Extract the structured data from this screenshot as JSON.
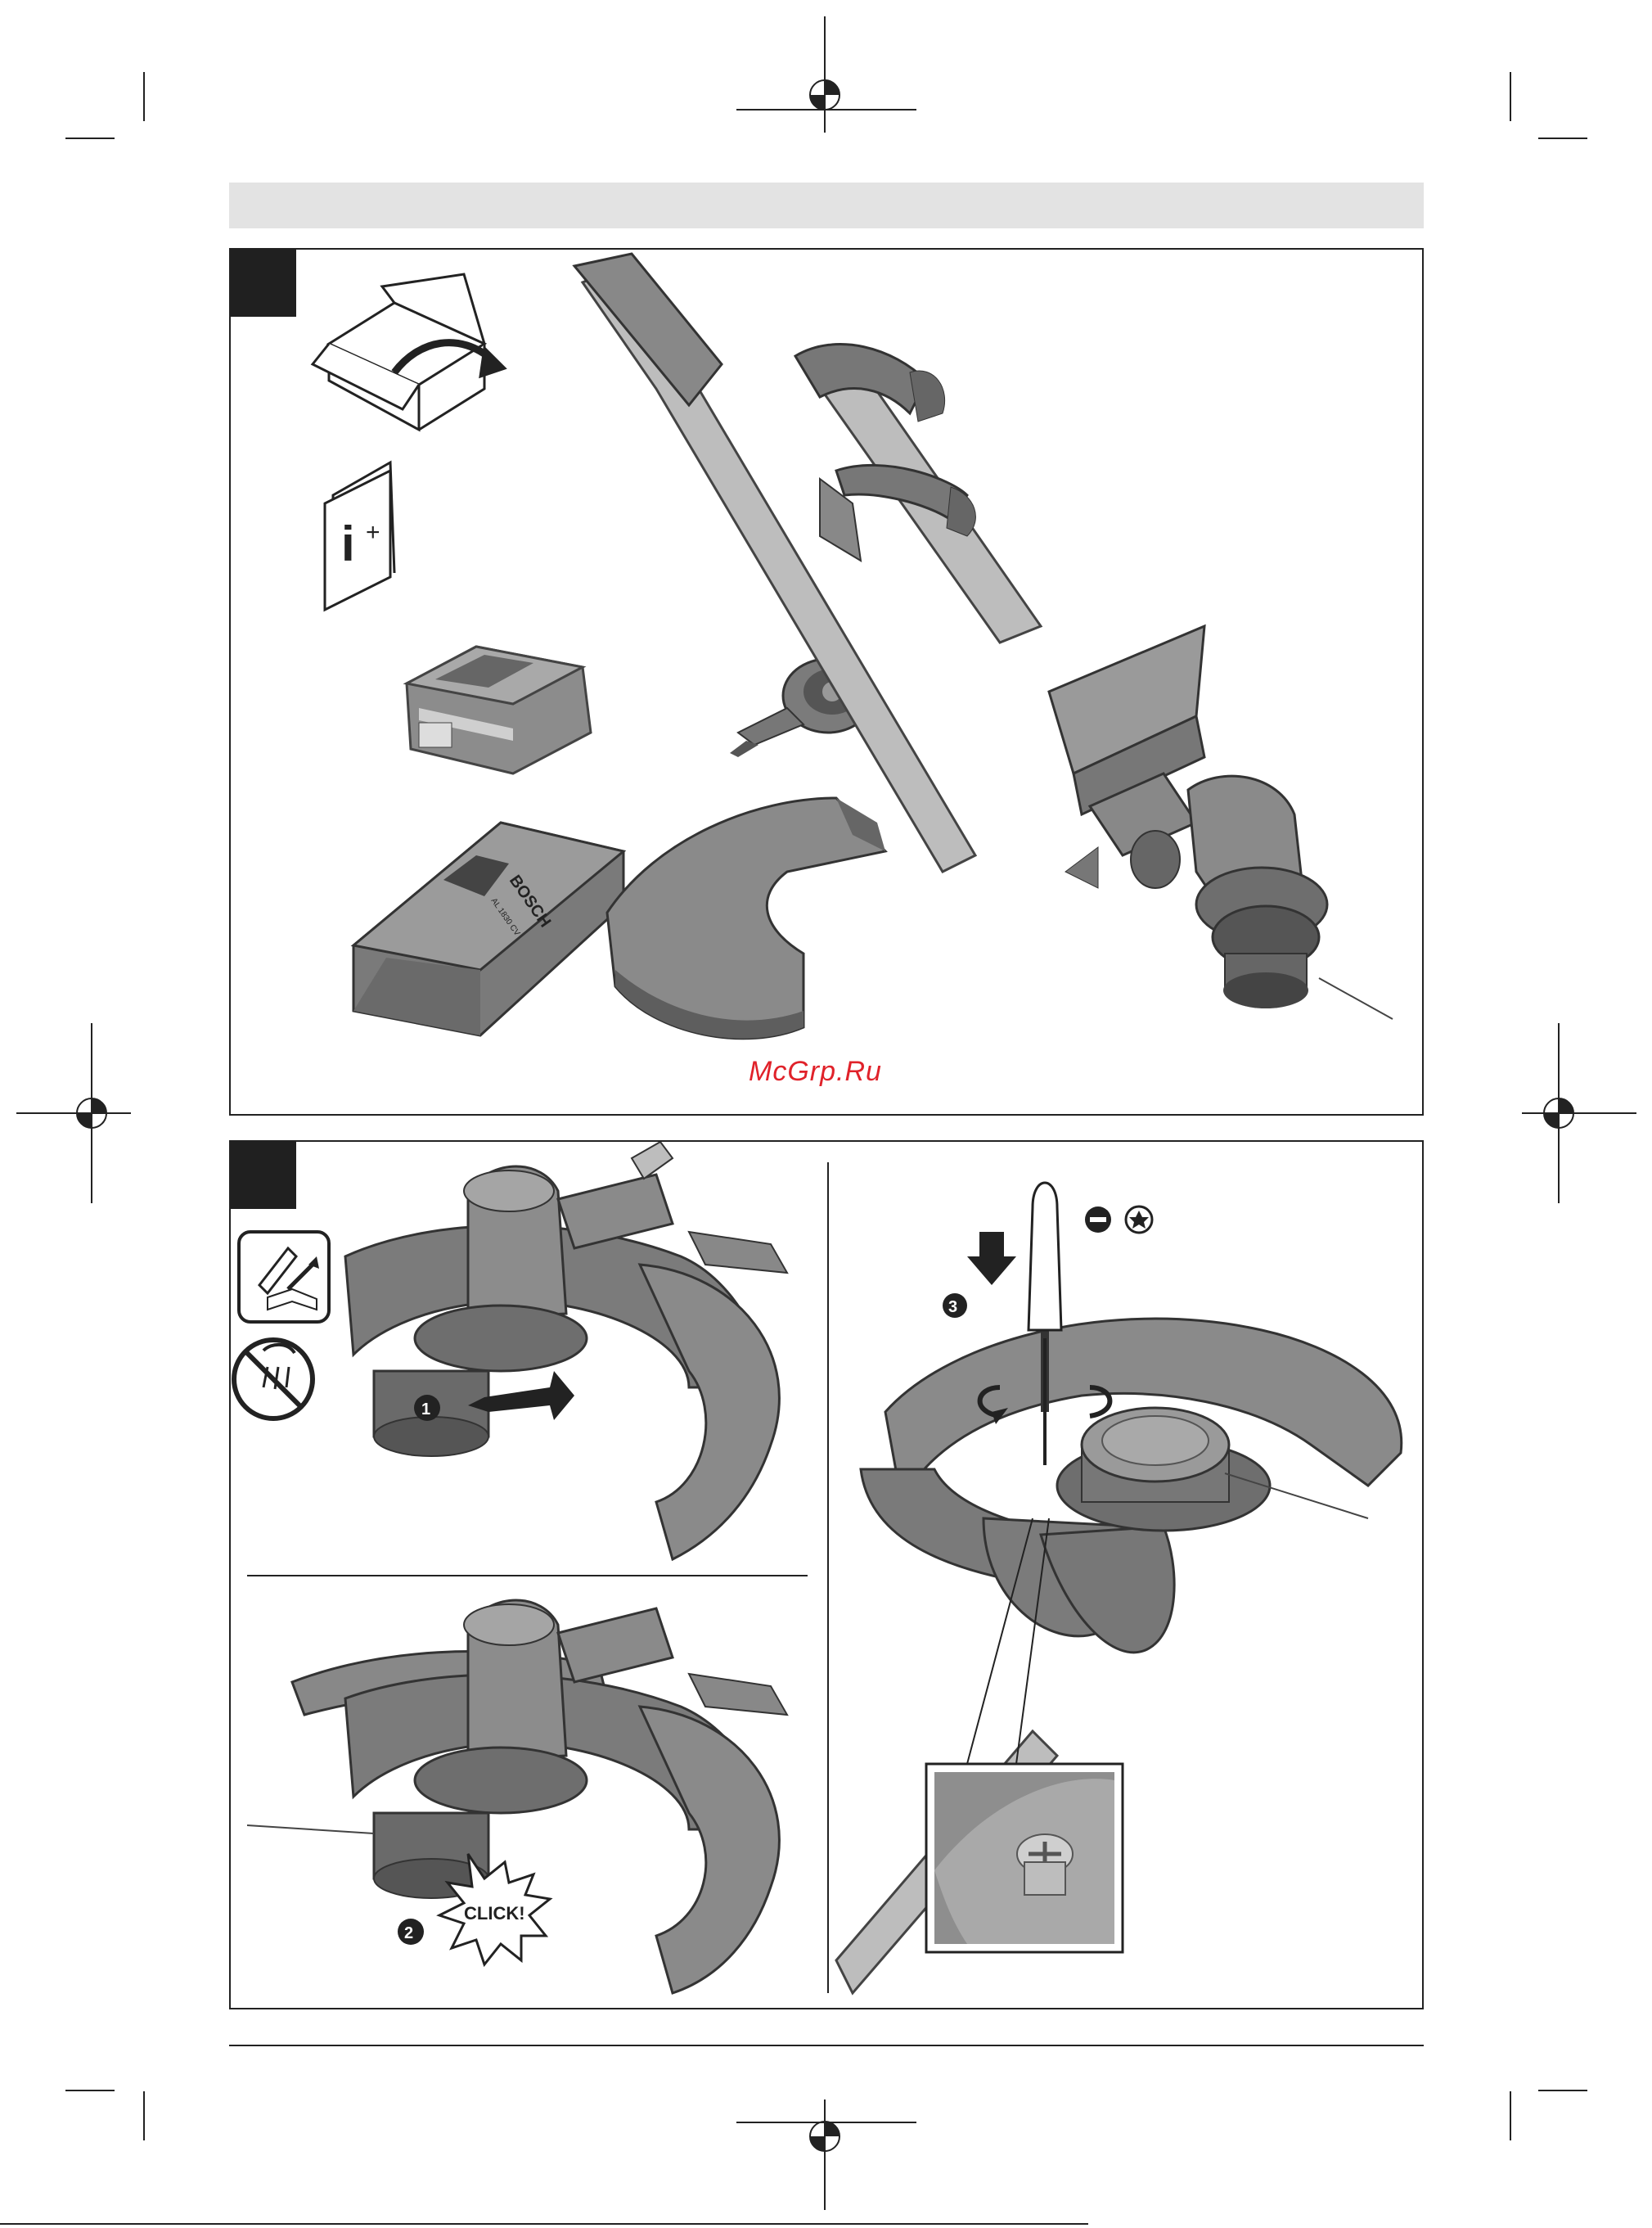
{
  "watermark": {
    "text": "McGrp.Ru"
  },
  "header": {
    "title": ""
  },
  "panel_top": {
    "label": "",
    "items": [
      "box-icon",
      "manual-info-icon",
      "battery-pack",
      "line-spool-accessory",
      "battery-charger",
      "guard",
      "grass-trimmer"
    ],
    "charger_brand": "BOSCH",
    "charger_model": "AL 1830 CV"
  },
  "panel_bottom": {
    "label": "",
    "steps": [
      "1",
      "2",
      "3"
    ],
    "click_text": "CLICK!",
    "screwdriver_tips": [
      "slotted-icon",
      "torx-icon"
    ]
  },
  "colors": {
    "tool_gray": "#8c8c8c",
    "dark_gray": "#555555",
    "light_gray": "#bdbdbd",
    "panel_label": "#202020",
    "header_bar": "#e3e3e3",
    "watermark": "#e0222a"
  }
}
